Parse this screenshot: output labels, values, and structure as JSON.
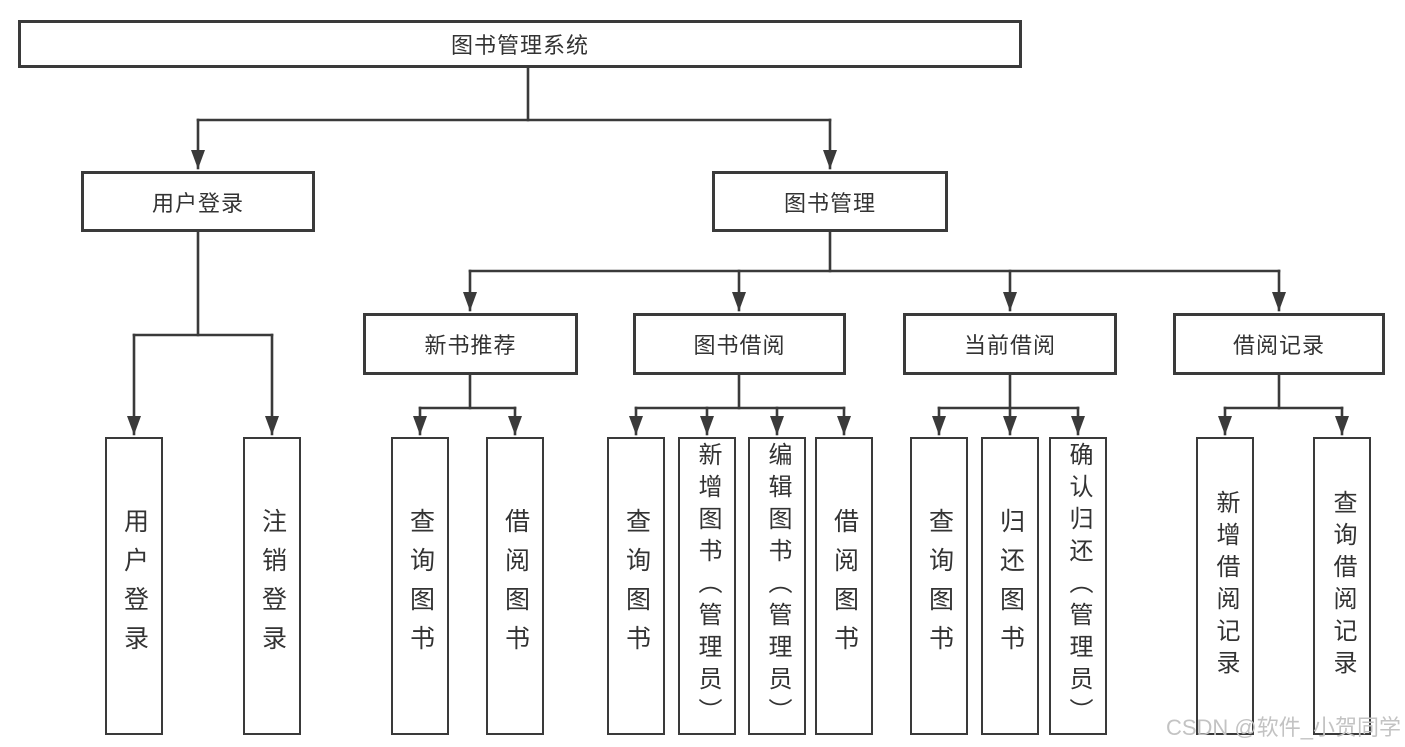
{
  "diagram": {
    "title_node": {
      "label": "图书管理系统"
    },
    "level2": [
      {
        "label": "用户登录"
      },
      {
        "label": "图书管理"
      }
    ],
    "level3": [
      {
        "label": "新书推荐"
      },
      {
        "label": "图书借阅"
      },
      {
        "label": "当前借阅"
      },
      {
        "label": "借阅记录"
      }
    ],
    "leaves": [
      {
        "label": "用户登录"
      },
      {
        "label": "注销登录"
      },
      {
        "label": "查询图书"
      },
      {
        "label": "借阅图书"
      },
      {
        "label": "查询图书"
      },
      {
        "label": "新增图书（管理员）"
      },
      {
        "label": "编辑图书（管理员）"
      },
      {
        "label": "借阅图书"
      },
      {
        "label": "查询图书"
      },
      {
        "label": "归还图书"
      },
      {
        "label": "确认归还（管理员）"
      },
      {
        "label": "新增借阅记录"
      },
      {
        "label": "查询借阅记录"
      }
    ],
    "colors": {
      "line": "#3a3a3a",
      "box_border": "#3a3a3a",
      "box_fill": "#ffffff",
      "text": "#333333",
      "watermark": "#c3c3c3"
    }
  },
  "watermark": {
    "text": "CSDN @软件_小贺同学"
  }
}
